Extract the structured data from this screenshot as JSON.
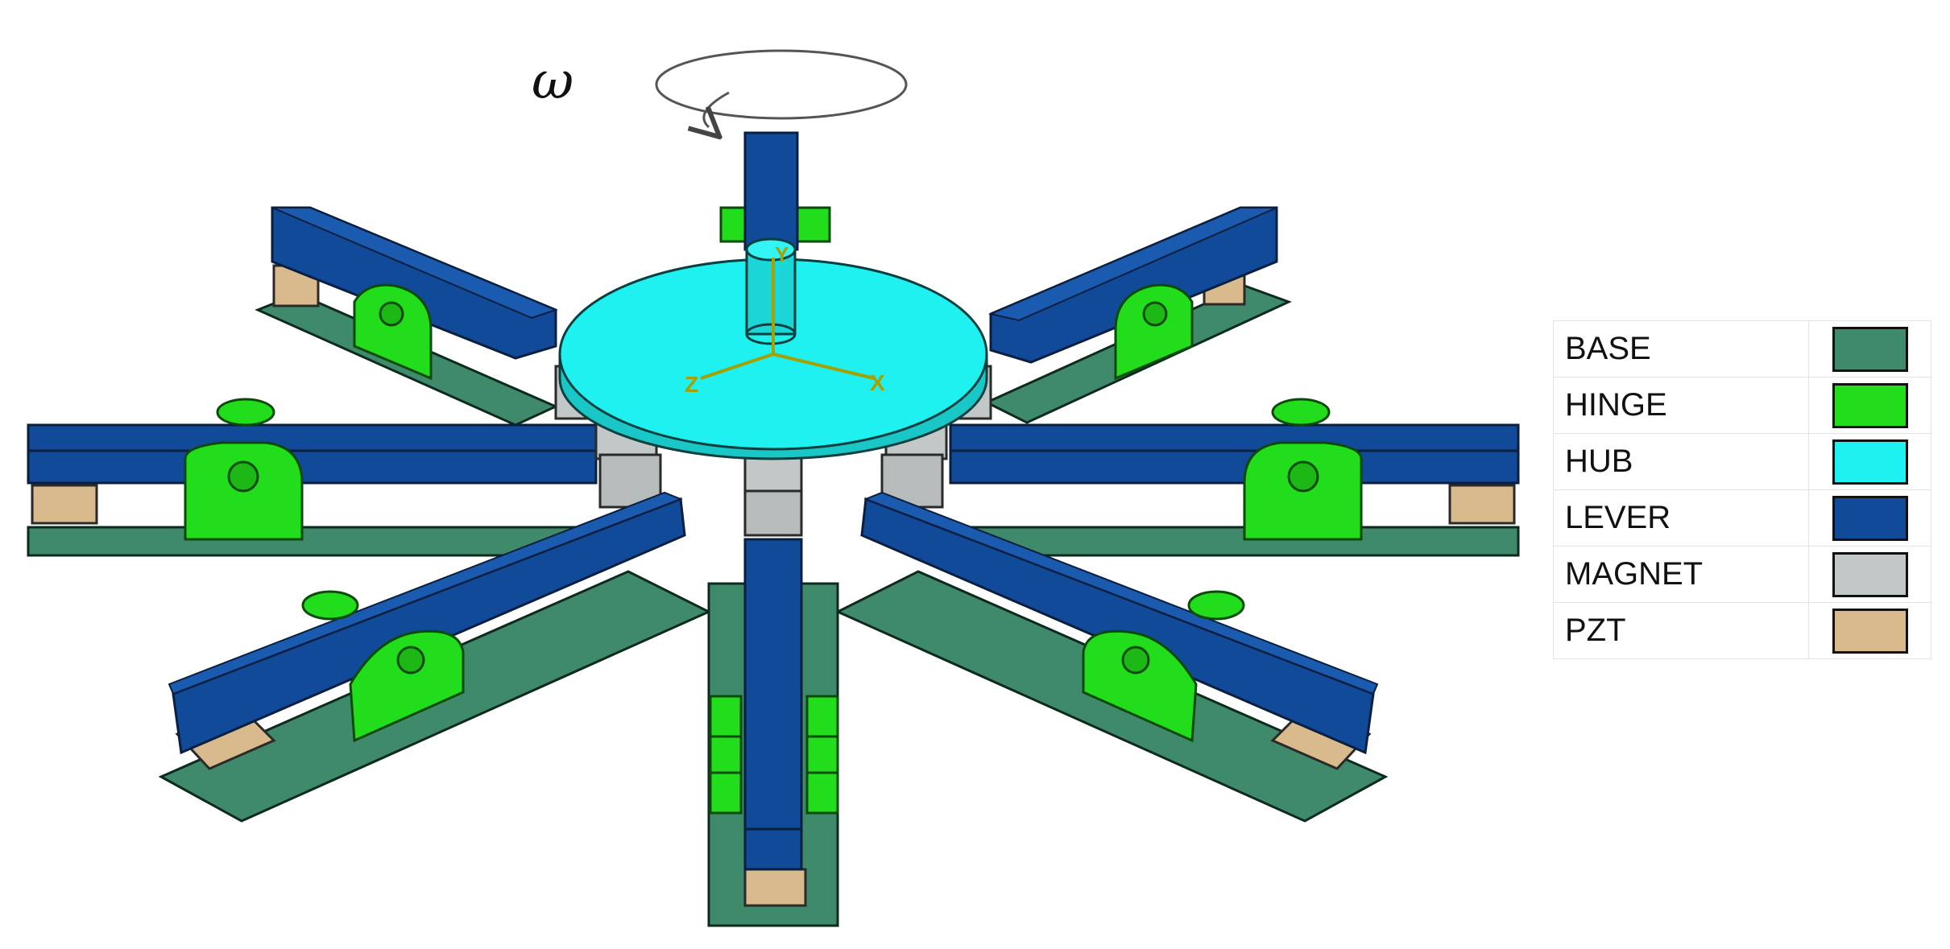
{
  "annotation": {
    "omega_label": "ω"
  },
  "axes": {
    "y_label": "Y",
    "x_label": "X",
    "z_label": "Z"
  },
  "legend": {
    "items": [
      {
        "key": "base",
        "label": "BASE",
        "color": "#3f8a6b"
      },
      {
        "key": "hinge",
        "label": "HINGE",
        "color": "#22dd1c"
      },
      {
        "key": "hub",
        "label": "HUB",
        "color": "#1ff0f0"
      },
      {
        "key": "lever",
        "label": "LEVER",
        "color": "#114a98"
      },
      {
        "key": "magnet",
        "label": "MAGNET",
        "color": "#c2c8c8"
      },
      {
        "key": "pzt",
        "label": "PZT",
        "color": "#d8ba8c"
      }
    ]
  }
}
